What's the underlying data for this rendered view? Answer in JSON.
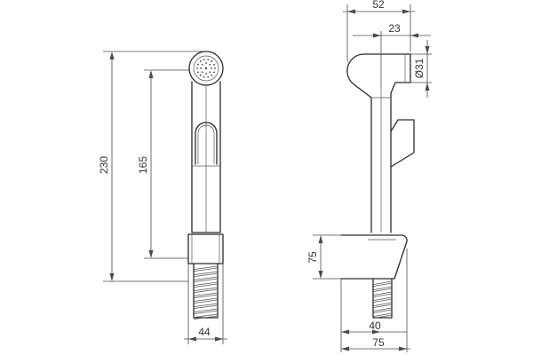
{
  "dimensions": {
    "front": {
      "height_total": "230",
      "height_to_hose_clamp": "165",
      "hose_base_width": "44"
    },
    "side": {
      "overall_length": "52",
      "nozzle_offset": "23",
      "nozzle_diameter": "Ø31",
      "holder_height": "75",
      "holder_inner_width": "40",
      "holder_width": "75"
    }
  },
  "colors": {
    "line": "#2a2a2a",
    "dimension": "#4a4a4a",
    "background": "#ffffff"
  }
}
